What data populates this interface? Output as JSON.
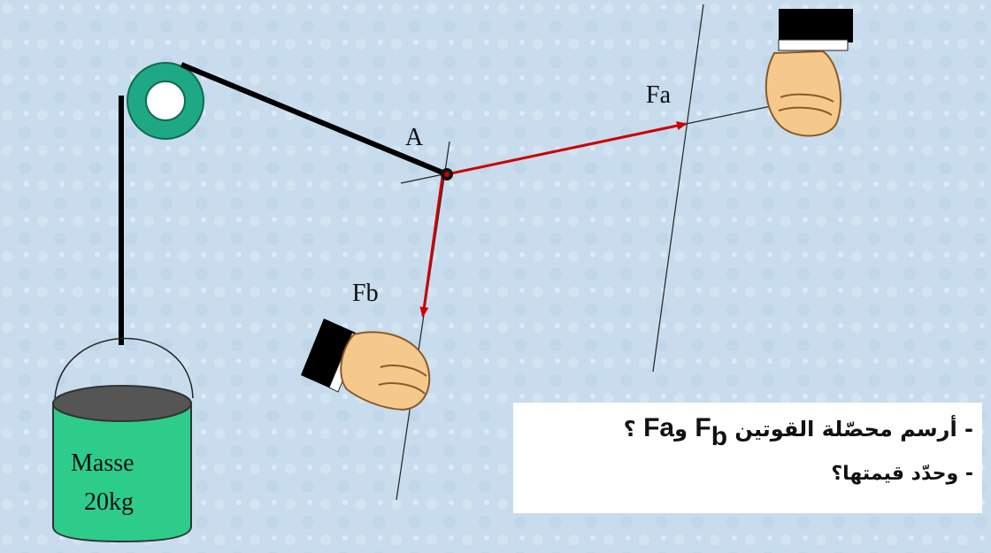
{
  "diagram": {
    "point_label": "A",
    "force_a_label": "Fa",
    "force_b_label": "Fb",
    "bucket_line1": "Masse",
    "bucket_line2": "20kg",
    "question1_prefix": "- أرسم محصّلة القوتين",
    "question1_F": "F",
    "question1_b": "b",
    "question1_and": "و",
    "question1_Fa": "Fa",
    "question1_mark": "؟",
    "question2": "- وحدّد قيمتها؟",
    "colors": {
      "background": "#c8dced",
      "pulley": "#1fa884",
      "bucket": "#2ecc8a",
      "force_arrow": "#cc0000",
      "rope": "#000000"
    }
  }
}
